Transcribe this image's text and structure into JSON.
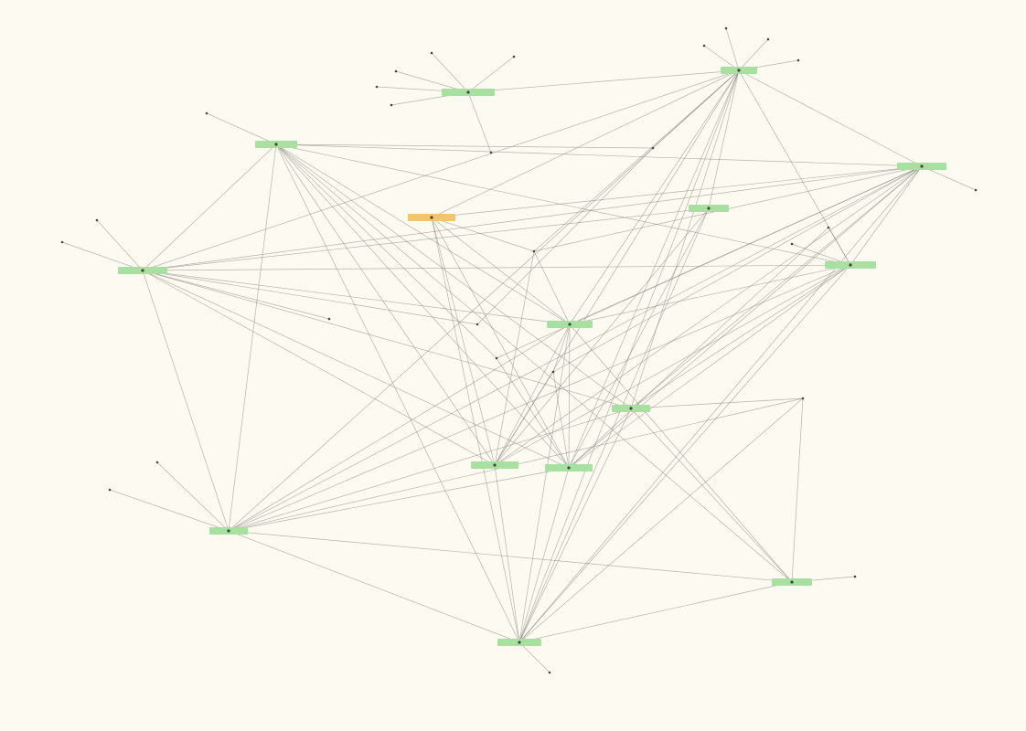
{
  "graph": {
    "colors": {
      "background": "#fdfaf2",
      "edge": "#7a7a72",
      "hub_highlight": "#a7e0a0",
      "selected_highlight": "#f2c46d"
    },
    "nodes": [
      {
        "id": "n_tr",
        "label": "",
        "highlight": "green"
      },
      {
        "id": "n_tc",
        "label": "",
        "highlight": "green"
      },
      {
        "id": "n_ul",
        "label": "",
        "highlight": "green"
      },
      {
        "id": "n_l",
        "label": "",
        "highlight": "green"
      },
      {
        "id": "n_r1",
        "label": "",
        "highlight": "green"
      },
      {
        "id": "n_r2",
        "label": "",
        "highlight": "green"
      },
      {
        "id": "n_m1",
        "label": "",
        "highlight": "green"
      },
      {
        "id": "n_c",
        "label": "",
        "highlight": "green"
      },
      {
        "id": "n_m2",
        "label": "",
        "highlight": "green"
      },
      {
        "id": "n_b1",
        "label": "",
        "highlight": "green"
      },
      {
        "id": "n_b2",
        "label": "",
        "highlight": "green"
      },
      {
        "id": "n_bl",
        "label": "",
        "highlight": "green"
      },
      {
        "id": "n_br",
        "label": "",
        "highlight": "green"
      },
      {
        "id": "n_bot",
        "label": "",
        "highlight": "green"
      },
      {
        "id": "n_sel",
        "label": "",
        "highlight": "orange"
      },
      {
        "id": "n_t1",
        "label": ""
      },
      {
        "id": "n_t2",
        "label": ""
      },
      {
        "id": "n_t3",
        "label": ""
      },
      {
        "id": "n_t4",
        "label": ""
      },
      {
        "id": "n_t5",
        "label": ""
      },
      {
        "id": "n_t6",
        "label": ""
      },
      {
        "id": "n_t7",
        "label": ""
      },
      {
        "id": "n_t8",
        "label": ""
      },
      {
        "id": "n_t9",
        "label": ""
      },
      {
        "id": "n_t10",
        "label": ""
      },
      {
        "id": "n_t11",
        "label": ""
      },
      {
        "id": "n_t12",
        "label": ""
      },
      {
        "id": "n_a1",
        "label": ""
      },
      {
        "id": "n_a2",
        "label": ""
      },
      {
        "id": "n_a3",
        "label": ""
      },
      {
        "id": "n_a4",
        "label": ""
      },
      {
        "id": "n_a5",
        "label": ""
      },
      {
        "id": "n_a6",
        "label": ""
      },
      {
        "id": "n_a7",
        "label": ""
      },
      {
        "id": "n_a8",
        "label": ""
      },
      {
        "id": "n_a9",
        "label": ""
      },
      {
        "id": "n_a10",
        "label": ""
      },
      {
        "id": "n_a11",
        "label": ""
      },
      {
        "id": "n_a12",
        "label": ""
      },
      {
        "id": "n_a13",
        "label": ""
      },
      {
        "id": "n_a14",
        "label": ""
      },
      {
        "id": "n_a15",
        "label": ""
      },
      {
        "id": "n_a16",
        "label": ""
      },
      {
        "id": "n_a17",
        "label": ""
      }
    ],
    "edges": [
      [
        "n_tc",
        "n_t1"
      ],
      [
        "n_tc",
        "n_t2"
      ],
      [
        "n_tc",
        "n_t3"
      ],
      [
        "n_tc",
        "n_t4"
      ],
      [
        "n_tc",
        "n_t5"
      ],
      [
        "n_tc",
        "n_t6"
      ],
      [
        "n_tc",
        "n_tr"
      ],
      [
        "n_tr",
        "n_t7"
      ],
      [
        "n_tr",
        "n_t8"
      ],
      [
        "n_tr",
        "n_t9"
      ],
      [
        "n_tr",
        "n_t10"
      ],
      [
        "n_r1",
        "n_a1"
      ],
      [
        "n_ul",
        "n_a2"
      ],
      [
        "n_l",
        "n_a3"
      ],
      [
        "n_l",
        "n_a4"
      ],
      [
        "n_bl",
        "n_a5"
      ],
      [
        "n_bl",
        "n_a6"
      ],
      [
        "n_br",
        "n_a7"
      ],
      [
        "n_bot",
        "n_a8"
      ],
      [
        "n_ul",
        "n_l"
      ],
      [
        "n_ul",
        "n_bl"
      ],
      [
        "n_ul",
        "n_bot"
      ],
      [
        "n_ul",
        "n_r1"
      ],
      [
        "n_ul",
        "n_c"
      ],
      [
        "n_ul",
        "n_b1"
      ],
      [
        "n_ul",
        "n_b2"
      ],
      [
        "n_ul",
        "n_a9"
      ],
      [
        "n_ul",
        "n_r2"
      ],
      [
        "n_ul",
        "n_m2"
      ],
      [
        "n_ul",
        "n_a13"
      ],
      [
        "n_ul",
        "n_br"
      ],
      [
        "n_l",
        "n_r1"
      ],
      [
        "n_l",
        "n_r2"
      ],
      [
        "n_l",
        "n_c"
      ],
      [
        "n_l",
        "n_b1"
      ],
      [
        "n_l",
        "n_b2"
      ],
      [
        "n_l",
        "n_m2"
      ],
      [
        "n_l",
        "n_bl"
      ],
      [
        "n_l",
        "n_tr"
      ],
      [
        "n_l",
        "n_a10"
      ],
      [
        "n_l",
        "n_a11"
      ],
      [
        "n_l",
        "n_m1"
      ],
      [
        "n_tr",
        "n_r1"
      ],
      [
        "n_tr",
        "n_m1"
      ],
      [
        "n_tr",
        "n_c"
      ],
      [
        "n_tr",
        "n_b1"
      ],
      [
        "n_tr",
        "n_b2"
      ],
      [
        "n_tr",
        "n_m2"
      ],
      [
        "n_tr",
        "n_bot"
      ],
      [
        "n_tr",
        "n_bl"
      ],
      [
        "n_tr",
        "n_r2"
      ],
      [
        "n_tr",
        "n_sel"
      ],
      [
        "n_tr",
        "n_a9"
      ],
      [
        "n_tr",
        "n_a12"
      ],
      [
        "n_r1",
        "n_sel"
      ],
      [
        "n_r1",
        "n_c"
      ],
      [
        "n_r1",
        "n_b1"
      ],
      [
        "n_r1",
        "n_b2"
      ],
      [
        "n_r1",
        "n_m2"
      ],
      [
        "n_r1",
        "n_bot"
      ],
      [
        "n_r1",
        "n_bl"
      ],
      [
        "n_r1",
        "n_a12"
      ],
      [
        "n_r1",
        "n_r2"
      ],
      [
        "n_r1",
        "n_a13"
      ],
      [
        "n_r1",
        "n_a14"
      ],
      [
        "n_r2",
        "n_c"
      ],
      [
        "n_r2",
        "n_b1"
      ],
      [
        "n_r2",
        "n_b2"
      ],
      [
        "n_r2",
        "n_bl"
      ],
      [
        "n_r2",
        "n_bot"
      ],
      [
        "n_r2",
        "n_a15"
      ],
      [
        "n_r2",
        "n_a16"
      ],
      [
        "n_r2",
        "n_m2"
      ],
      [
        "n_sel",
        "n_b1"
      ],
      [
        "n_sel",
        "n_b2"
      ],
      [
        "n_sel",
        "n_c"
      ],
      [
        "n_sel",
        "n_bot"
      ],
      [
        "n_sel",
        "n_a12"
      ],
      [
        "n_c",
        "n_b1"
      ],
      [
        "n_c",
        "n_b2"
      ],
      [
        "n_c",
        "n_bot"
      ],
      [
        "n_c",
        "n_bl"
      ],
      [
        "n_c",
        "n_br"
      ],
      [
        "n_c",
        "n_a12"
      ],
      [
        "n_c",
        "n_a14"
      ],
      [
        "n_m1",
        "n_b1"
      ],
      [
        "n_m1",
        "n_b2"
      ],
      [
        "n_m1",
        "n_bot"
      ],
      [
        "n_m2",
        "n_bl"
      ],
      [
        "n_m2",
        "n_bot"
      ],
      [
        "n_m2",
        "n_br"
      ],
      [
        "n_m2",
        "n_a17"
      ],
      [
        "n_b1",
        "n_bot"
      ],
      [
        "n_b2",
        "n_bot"
      ],
      [
        "n_b2",
        "n_bl"
      ],
      [
        "n_b2",
        "n_a14"
      ],
      [
        "n_bl",
        "n_bot"
      ],
      [
        "n_bl",
        "n_br"
      ],
      [
        "n_bl",
        "n_a17"
      ],
      [
        "n_br",
        "n_bot"
      ],
      [
        "n_br",
        "n_a17"
      ],
      [
        "n_a17",
        "n_bot"
      ],
      [
        "n_a9",
        "n_a11"
      ],
      [
        "n_a12",
        "n_b1"
      ],
      [
        "n_a13",
        "n_b2"
      ],
      [
        "n_a14",
        "n_b1"
      ],
      [
        "n_a15",
        "n_b2"
      ]
    ]
  }
}
